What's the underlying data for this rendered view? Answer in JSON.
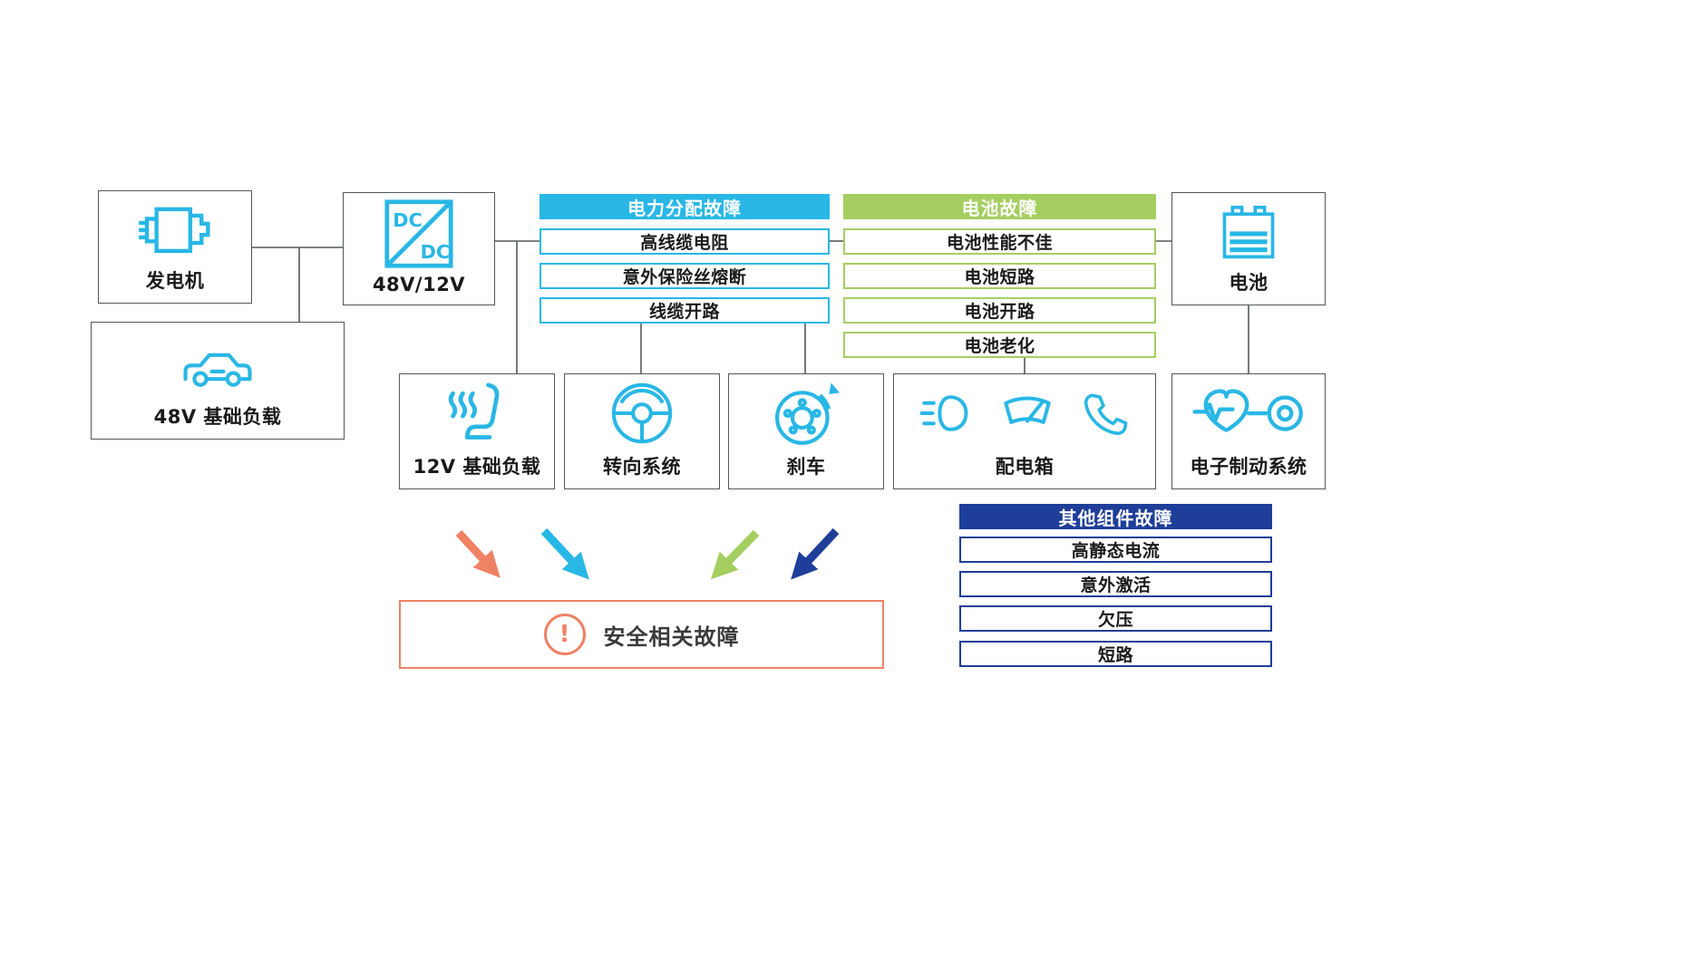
{
  "colors": {
    "cyan": "#29b7e5",
    "green": "#a5ce61",
    "navy": "#1e3e99",
    "orange": "#ef8165",
    "line_gray": "#57585a"
  },
  "nodes": {
    "generator": {
      "label": "发电机"
    },
    "base_load_48v": {
      "label": "48V 基础负载"
    },
    "dcdc": {
      "label": "48V/12V",
      "dc1": "DC",
      "dc2": "DC"
    },
    "battery": {
      "label": "电池"
    },
    "base_load_12v": {
      "label": "12V 基础负载"
    },
    "steering": {
      "label": "转向系统"
    },
    "brake": {
      "label": "刹车"
    },
    "distribution_box": {
      "label": "配电箱"
    },
    "e_brake": {
      "label": "电子制动系统"
    }
  },
  "groups": {
    "power_distribution": {
      "title": "电力分配故障",
      "items": [
        "高线缆电阻",
        "意外保险丝熔断",
        "线缆开路"
      ]
    },
    "battery_faults": {
      "title": "电池故障",
      "items": [
        "电池性能不佳",
        "电池短路",
        "电池开路",
        "电池老化"
      ]
    },
    "other_components": {
      "title": "其他组件故障",
      "items": [
        "高静态电流",
        "意外激活",
        "欠压",
        "短路"
      ]
    }
  },
  "safety": {
    "label": "安全相关故障",
    "mark": "!"
  }
}
